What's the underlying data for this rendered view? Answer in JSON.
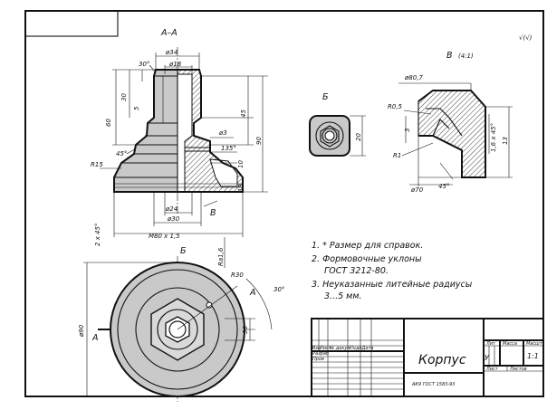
{
  "views": {
    "section_a": "А–А",
    "view_b": "Б",
    "view_v": "В",
    "view_v_scale": "(4:1)",
    "surface_mark": "√(√)"
  },
  "dims_left": {
    "d34": "ø34",
    "d18": "ø18",
    "a30": "30°",
    "v60": "60",
    "v30": "30",
    "v5": "5",
    "v45": "45",
    "v90": "90",
    "d3": "ø3",
    "a135": "135°",
    "v10": "10",
    "v18": "18",
    "r15": "R15",
    "a45": "45°",
    "d24": "ø24",
    "d30": "ø30",
    "thread": "M80 x 1,5",
    "chamfer": "2 x 45°",
    "rough": "Ra1,6",
    "dia90": "ø90"
  },
  "dims_right": {
    "v20": "20",
    "d807": "ø80,7",
    "r05": "R0,5",
    "r1": "R1",
    "v3": "3",
    "ch16": "1,6 x 45°",
    "v13": "13",
    "d70": "ø70",
    "a45": "45°"
  },
  "bottom_view": {
    "label_b": "Б",
    "r30": "R30",
    "a30": "30°",
    "label_a1": "А",
    "label_a2": "А",
    "v36": "36",
    "d90": "ø90"
  },
  "notes": [
    "1. * Размер для справок.",
    "2. Формовочные уклоны",
    "ГОСТ 3212-80.",
    "3. Неуказанные литейные радиусы",
    "3...5 мм."
  ],
  "title_block": {
    "name": "Корпус",
    "material": "АК9  ГОСТ 1583-93",
    "lit": "Лит",
    "mass": "Масса",
    "scale_h": "Масшт",
    "scale": "1:1",
    "u": "У",
    "sheet": "Лист",
    "sheets": "Листов",
    "izm": "Изм",
    "list": "Лист",
    "ndok": "№ докум",
    "podp": "Подп",
    "data": "Дата",
    "razrab": "Разраб",
    "prov": "Пров"
  }
}
